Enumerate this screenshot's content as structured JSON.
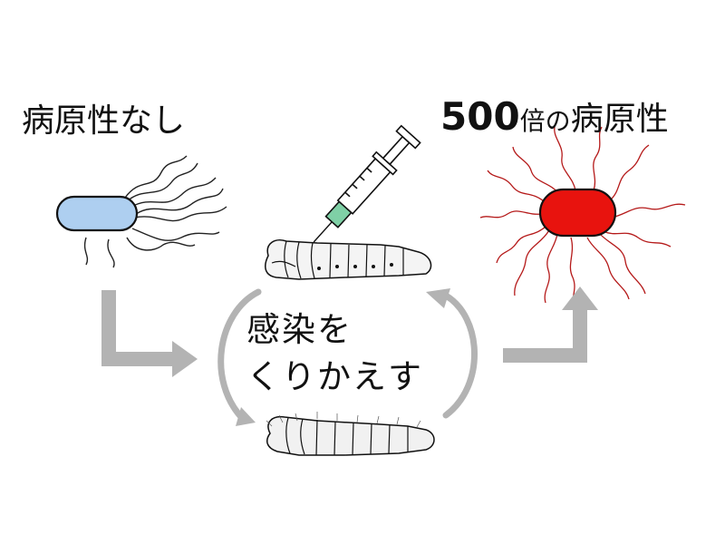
{
  "left": {
    "label": "病原性なし"
  },
  "right": {
    "number": "500",
    "suffix_small": "倍の",
    "suffix": "病原性"
  },
  "center": {
    "line1": "感染を",
    "line2": "くりかえす"
  },
  "colors": {
    "benign_bacterium": "#aecff0",
    "virulent_bacterium": "#e8130e",
    "virulent_flagella": "#b51a1a",
    "arrow": "#b3b3b3",
    "outline": "#111111"
  },
  "icons": [
    "bacterium-icon",
    "syringe-icon",
    "silkworm-icon",
    "cycle-arrow-icon",
    "flow-arrow-icon"
  ]
}
